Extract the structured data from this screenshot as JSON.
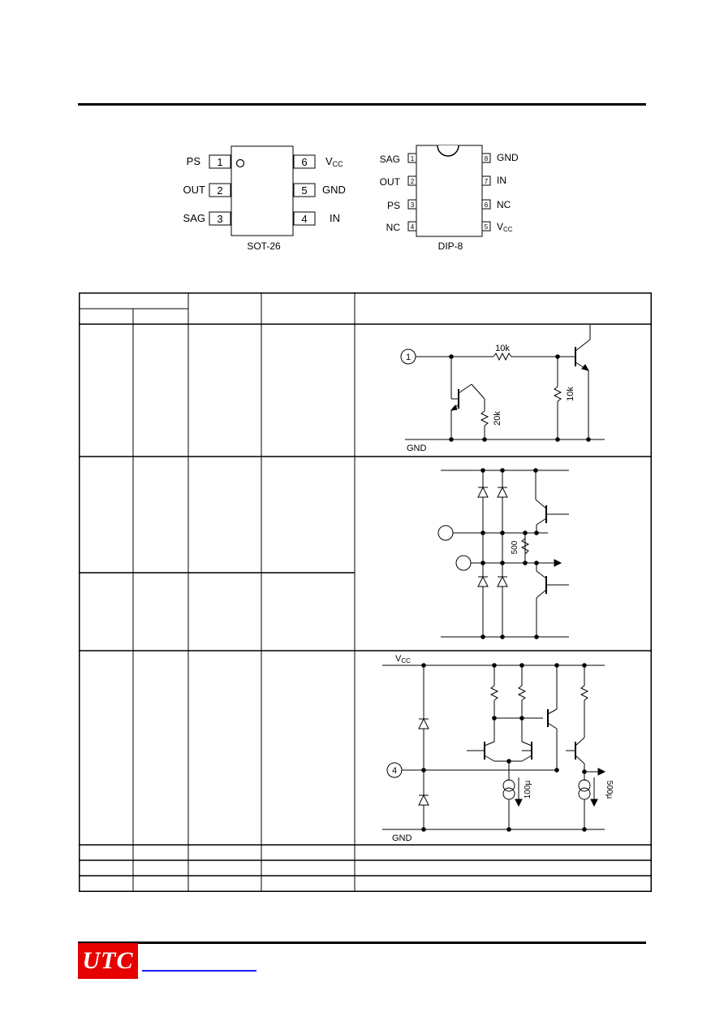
{
  "packages": {
    "sot26": {
      "name": "SOT-26",
      "pins": [
        {
          "num": "1",
          "label": "PS"
        },
        {
          "num": "2",
          "label": "OUT"
        },
        {
          "num": "3",
          "label": "SAG"
        },
        {
          "num": "6",
          "label": "V",
          "sub": "CC"
        },
        {
          "num": "5",
          "label": "GND"
        },
        {
          "num": "4",
          "label": "IN"
        }
      ]
    },
    "dip8": {
      "name": "DIP-8",
      "pins": [
        {
          "num": "1",
          "label": "SAG"
        },
        {
          "num": "2",
          "label": "OUT"
        },
        {
          "num": "3",
          "label": "PS"
        },
        {
          "num": "4",
          "label": "NC"
        },
        {
          "num": "8",
          "label": "GND"
        },
        {
          "num": "7",
          "label": "IN"
        },
        {
          "num": "6",
          "label": "NC"
        },
        {
          "num": "5",
          "label": "V",
          "sub": "CC"
        }
      ]
    }
  },
  "circuits": {
    "ps": {
      "pin_marker": "1",
      "r1": "10k",
      "r2": "20k",
      "r3": "10k",
      "gnd": "GND"
    },
    "out_sag": {
      "r": "500"
    },
    "in": {
      "vcc": "V",
      "vcc_sub": "CC",
      "pin_marker": "4",
      "i1": "100µ",
      "i2": "500µ",
      "gnd": "GND"
    }
  },
  "brand": {
    "logo_text": "UTC"
  }
}
